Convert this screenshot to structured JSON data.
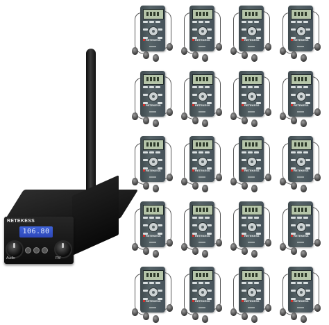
{
  "transmitter": {
    "brand": "RETEKESS",
    "display_text": "106.80",
    "knob_label_left": "Audio",
    "knob_label_right": "FM"
  },
  "receivers": {
    "rows": 5,
    "columns": 4,
    "brand": "RETEKESS"
  }
}
